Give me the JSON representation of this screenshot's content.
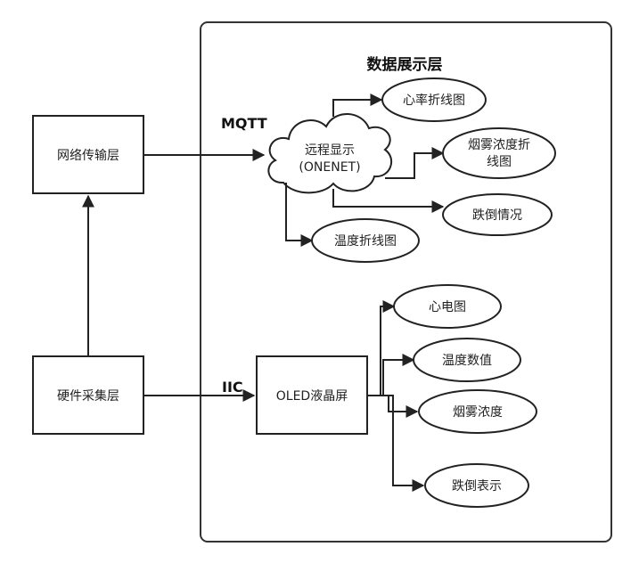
{
  "layers": {
    "network": "网络传输层",
    "hardware": "硬件采集层",
    "display": "数据展示层"
  },
  "protocols": {
    "mqtt": "MQTT",
    "iic": "IIC"
  },
  "cloud": {
    "line1": "远程显示",
    "line2": "(ONENET)"
  },
  "oled": "OLED液晶屏",
  "remote_outputs": {
    "heart_rate_chart": "心率折线图",
    "smoke_line1": "烟雾浓度折",
    "smoke_line2": "线图",
    "fall_status": "跌倒情况",
    "temp_chart": "温度折线图"
  },
  "local_outputs": {
    "ecg": "心电图",
    "temp_value": "温度数值",
    "smoke_conc": "烟雾浓度",
    "fall_display": "跌倒表示"
  }
}
